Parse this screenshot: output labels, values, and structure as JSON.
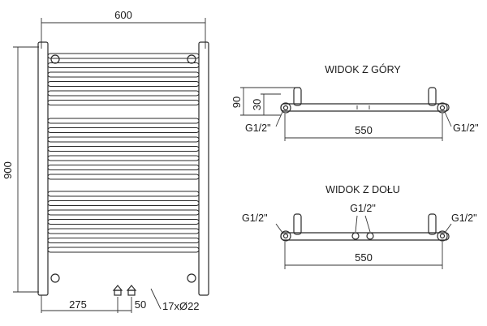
{
  "front_view": {
    "width_label": "600",
    "height_label": "900",
    "inlet_offset_label": "275",
    "inlet_spacing_label": "50",
    "tube_label": "17xØ22",
    "bar_groups": [
      6,
      7,
      7
    ]
  },
  "top_view": {
    "title": "WIDOK Z GÓRY",
    "depth_label": "90",
    "offset_label": "30",
    "left_thread": "G1/2\"",
    "right_thread": "G1/2\"",
    "length_label": "550"
  },
  "bottom_view": {
    "title": "WIDOK Z DOŁU",
    "left_thread": "G1/2\"",
    "center_thread": "G1/2\"",
    "right_thread": "G1/2\"",
    "length_label": "550"
  }
}
